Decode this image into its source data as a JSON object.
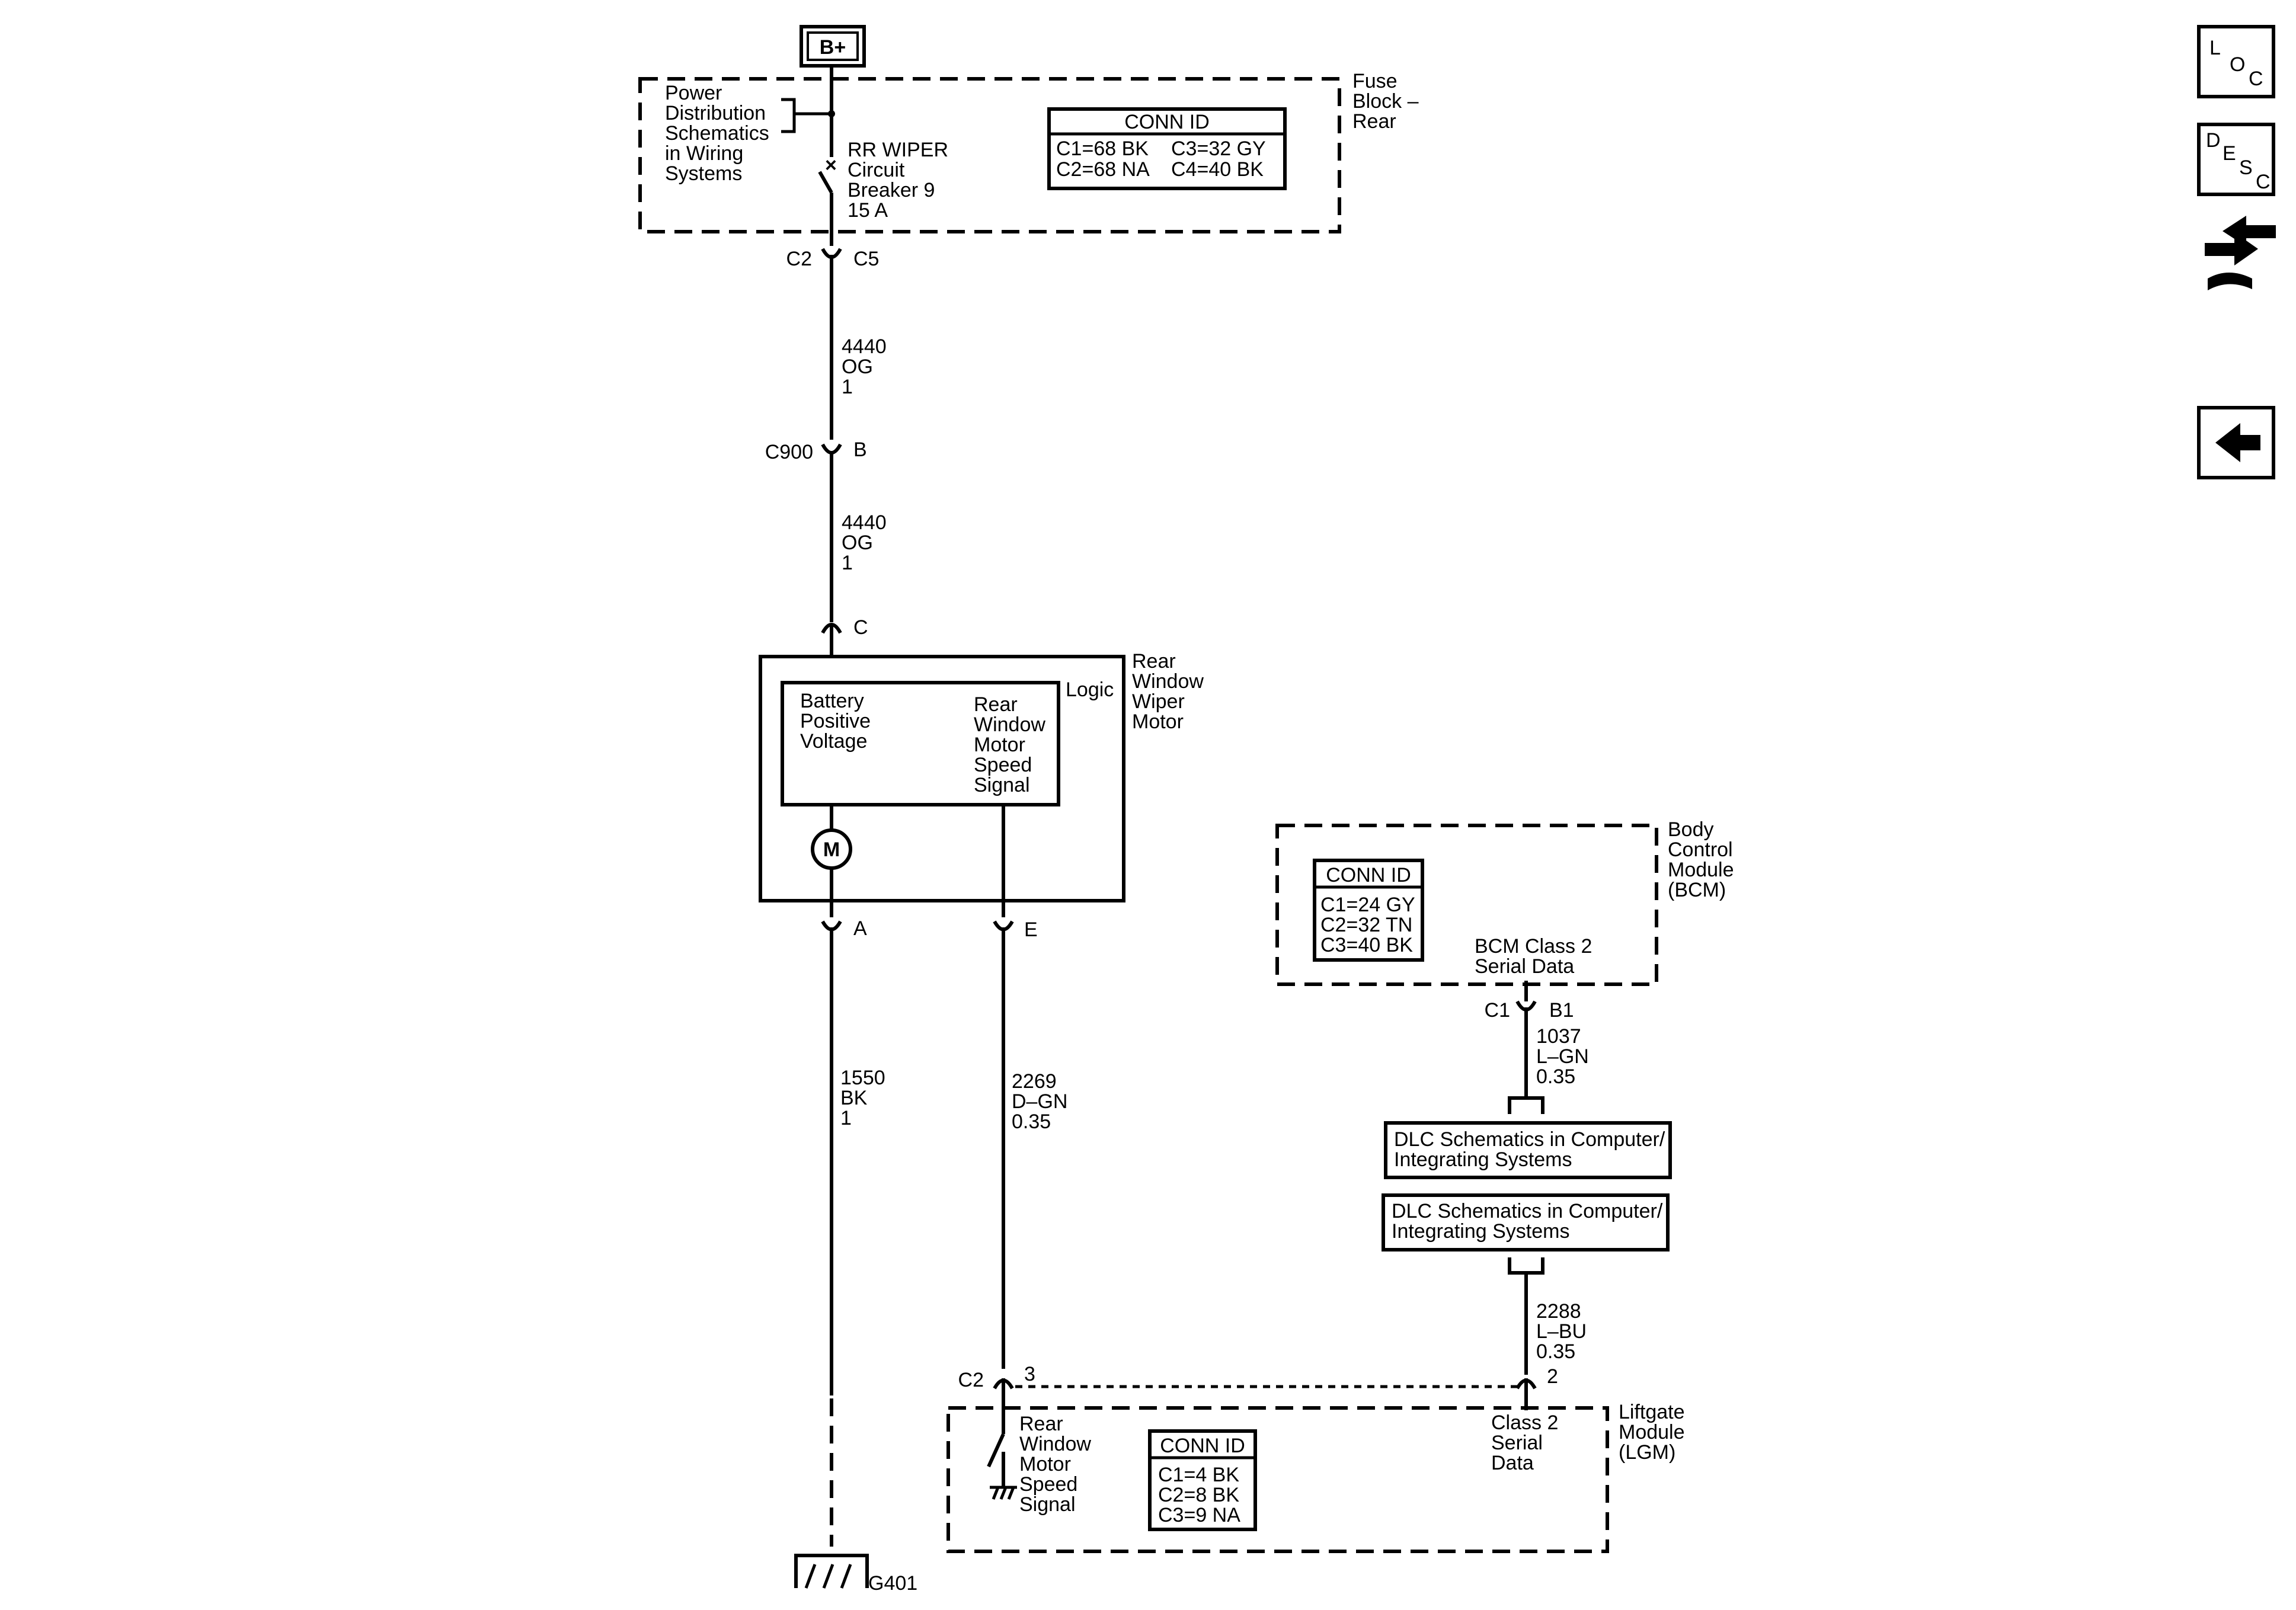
{
  "power": {
    "label": "B+"
  },
  "fuse_block": {
    "name": [
      "Fuse",
      "Block –",
      "Rear"
    ],
    "ref_note": [
      "Power",
      "Distribution",
      "Schematics",
      "in Wiring",
      "Systems"
    ],
    "breaker": [
      "RR WIPER",
      "Circuit",
      "Breaker 9",
      "15 A"
    ],
    "conn_id": {
      "title": "CONN ID",
      "rows": [
        [
          "C1=68 BK",
          "C3=32 GY"
        ],
        [
          "C2=68 NA",
          "C4=40 BK"
        ]
      ]
    }
  },
  "connectors": {
    "c2": "C2",
    "c5": "C5",
    "c900": "C900",
    "b": "B",
    "c": "C",
    "a": "A",
    "e": "E",
    "c1_bcm": "C1",
    "b1": "B1",
    "c2_lgm": "C2",
    "pin3": "3",
    "pin2": "2"
  },
  "wires": {
    "w1": [
      "4440",
      "OG",
      "1"
    ],
    "w2": [
      "4440",
      "OG",
      "1"
    ],
    "w_ground": [
      "1550",
      "BK",
      "1"
    ],
    "w_speed": [
      "2269",
      "D–GN",
      "0.35"
    ],
    "w_bcm": [
      "1037",
      "L–GN",
      "0.35"
    ],
    "w_lgm": [
      "2288",
      "L–BU",
      "0.35"
    ]
  },
  "motor": {
    "name": [
      "Rear",
      "Window",
      "Wiper",
      "Motor"
    ],
    "logic": "Logic",
    "battery": [
      "Battery",
      "Positive",
      "Voltage"
    ],
    "speed_signal": [
      "Rear",
      "Window",
      "Motor",
      "Speed",
      "Signal"
    ],
    "m": "M"
  },
  "bcm": {
    "name": [
      "Body",
      "Control",
      "Module",
      "(BCM)"
    ],
    "conn_id": {
      "title": "CONN ID",
      "rows": [
        "C1=24 GY",
        "C2=32 TN",
        "C3=40 BK"
      ]
    },
    "serial": [
      "BCM Class 2",
      "Serial Data"
    ]
  },
  "dlc": {
    "box1": [
      "DLC Schematics in Computer/",
      "Integrating Systems"
    ],
    "box2": [
      "DLC Schematics in Computer/",
      "Integrating Systems"
    ]
  },
  "lgm": {
    "name": [
      "Liftgate",
      "Module",
      "(LGM)"
    ],
    "speed_signal": [
      "Rear",
      "Window",
      "Motor",
      "Speed",
      "Signal"
    ],
    "conn_id": {
      "title": "CONN ID",
      "rows": [
        "C1=4 BK",
        "C2=8 BK",
        "C3=9 NA"
      ]
    },
    "class2": [
      "Class 2",
      "Serial",
      "Data"
    ]
  },
  "ground": {
    "label": "G401"
  },
  "sidebar": {
    "loc": [
      "L",
      "O",
      "C"
    ],
    "desc": [
      "D",
      "E",
      "S",
      "C"
    ],
    "connector_icon": "connector-icon",
    "back_icon": "back-arrow-icon"
  }
}
